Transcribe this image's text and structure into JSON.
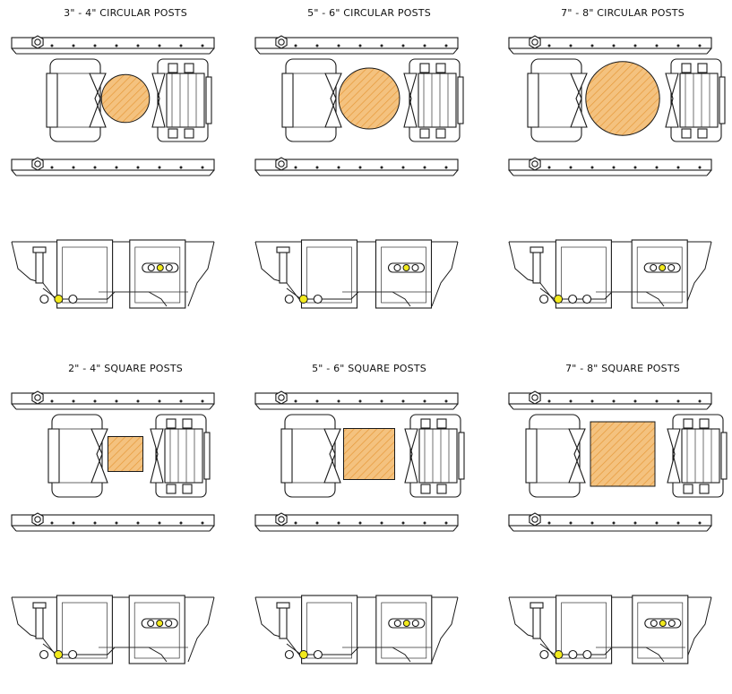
{
  "colors": {
    "post_fill": "#f4c27f",
    "post_hatch": "#e79a3c",
    "bolt_yellow": "#f2ea1c",
    "line": "#1a1a1a"
  },
  "panels": [
    {
      "id": "circ-34",
      "title": "3\" - 4\" CIRCULAR POSTS",
      "shape": "circle",
      "size": 0.8
    },
    {
      "id": "circ-56",
      "title": "5\" - 6\" CIRCULAR POSTS",
      "shape": "circle",
      "size": 1.25
    },
    {
      "id": "circ-78",
      "title": "7\" - 8\" CIRCULAR POSTS",
      "shape": "circle",
      "size": 1.7
    },
    {
      "id": "sq-24",
      "title": "2\" - 4\" SQUARE POSTS",
      "shape": "square",
      "size": 0.7
    },
    {
      "id": "sq-56",
      "title": "5\" - 6\" SQUARE POSTS",
      "shape": "square",
      "size": 1.3
    },
    {
      "id": "sq-78",
      "title": "7\" - 8\" SQUARE POSTS",
      "shape": "square",
      "size": 1.8
    }
  ]
}
